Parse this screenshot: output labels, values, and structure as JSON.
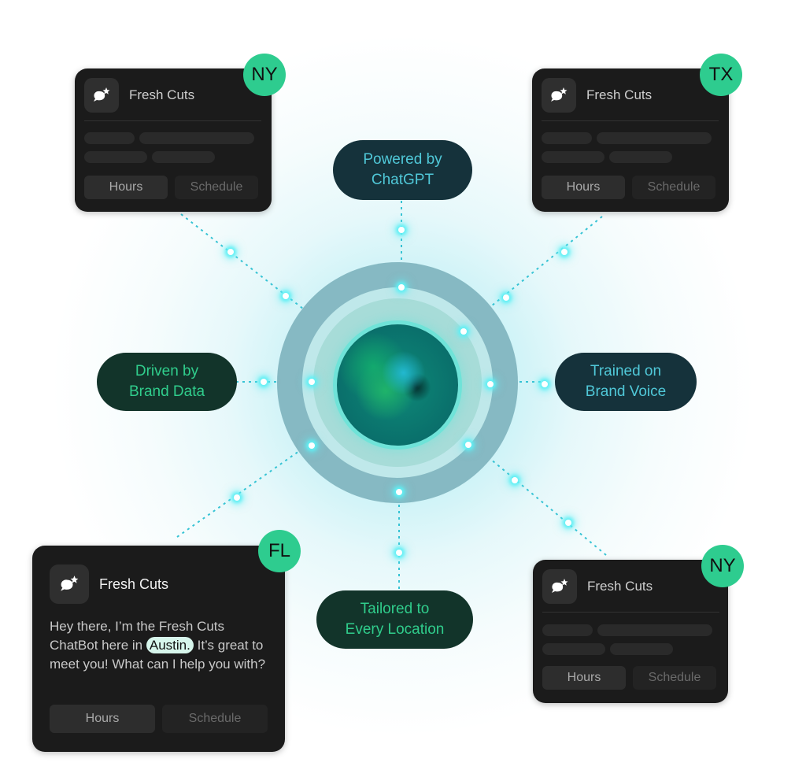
{
  "center": {
    "label": "AI core orb"
  },
  "colors": {
    "badge": "#2ecc8f",
    "card_bg": "#1b1b1b",
    "pill_teal_bg": "#15323b",
    "pill_teal_text": "#50c8d8",
    "pill_green_bg": "#12342a",
    "pill_green_text": "#30cd8c",
    "highlight": "#d7f6ec"
  },
  "pills": {
    "top": {
      "line1": "Powered by",
      "line2": "ChatGPT"
    },
    "left": {
      "line1": "Driven by",
      "line2": "Brand Data"
    },
    "right": {
      "line1": "Trained on",
      "line2": "Brand Voice"
    },
    "bottom": {
      "line1": "Tailored to",
      "line2": "Every Location"
    }
  },
  "cards": {
    "top_left": {
      "badge": "NY",
      "brand": "Fresh Cuts",
      "icon": "chat-sparkle-icon",
      "buttons": {
        "hours": "Hours",
        "schedule": "Schedule"
      }
    },
    "top_right": {
      "badge": "TX",
      "brand": "Fresh Cuts",
      "icon": "chat-sparkle-icon",
      "buttons": {
        "hours": "Hours",
        "schedule": "Schedule"
      }
    },
    "bottom_right": {
      "badge": "NY",
      "brand": "Fresh Cuts",
      "icon": "chat-sparkle-icon",
      "buttons": {
        "hours": "Hours",
        "schedule": "Schedule"
      }
    },
    "bottom_left": {
      "badge": "FL",
      "brand": "Fresh Cuts",
      "icon": "chat-sparkle-icon",
      "message": {
        "before": "Hey there, I’m the Fresh Cuts ChatBot here in",
        "highlight": "Austin.",
        "after": "It’s great to meet you! What can I help you with?"
      },
      "buttons": {
        "hours": "Hours",
        "schedule": "Schedule"
      }
    }
  }
}
